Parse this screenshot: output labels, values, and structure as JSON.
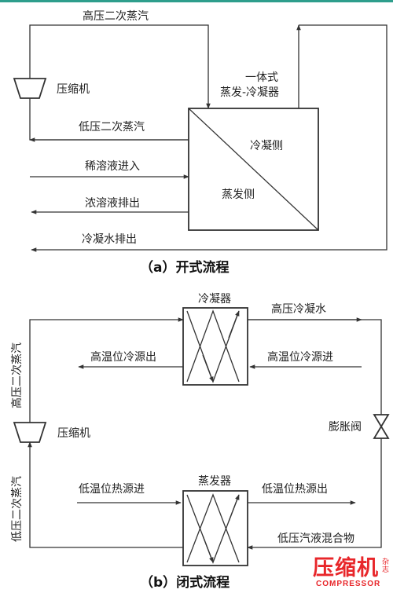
{
  "colors": {
    "accent": "#2e9e8c",
    "line": "#333333",
    "logo": "#e8262a"
  },
  "open_process": {
    "labels": {
      "hp_steam": "高压二次蒸汽",
      "compressor": "压缩机",
      "lp_steam": "低压二次蒸汽",
      "dilute_in": "稀溶液进入",
      "conc_out": "浓溶液排出",
      "condensate_out": "冷凝水排出",
      "unit_line1": "一体式",
      "unit_line2": "蒸发-冷凝器",
      "cond_side": "冷凝侧",
      "evap_side": "蒸发侧"
    },
    "caption": "（a）开式流程"
  },
  "closed_process": {
    "labels": {
      "condenser": "冷凝器",
      "hp_condensate": "高压冷凝水",
      "ht_cold_out": "高温位冷源出",
      "ht_cold_in": "高温位冷源进",
      "hp_steam_vertical": "高压二次蒸汽",
      "compressor": "压缩机",
      "expansion_valve": "膨胀阀",
      "lp_steam_vertical": "低压二次蒸汽",
      "evaporator": "蒸发器",
      "lt_heat_in": "低温位热源进",
      "lt_heat_out": "低温位热源出",
      "lp_mixture": "低压汽液混合物"
    },
    "caption": "（b）闭式流程"
  },
  "logo": {
    "main": "压缩机",
    "sub": "COMPRESSOR",
    "tag": "杂志"
  }
}
